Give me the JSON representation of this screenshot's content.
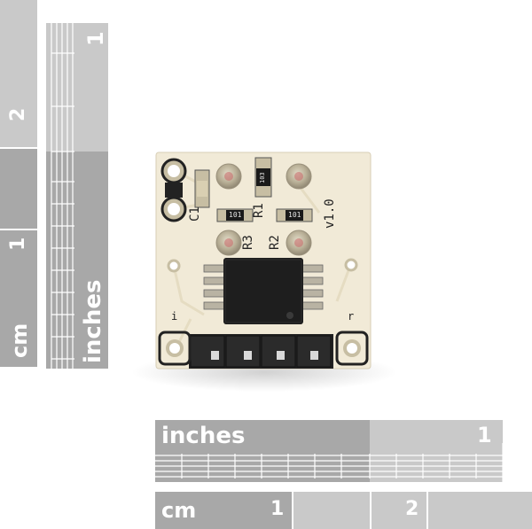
{
  "rulers": {
    "vertical_inches": {
      "unit": "inches",
      "mark_1": "1"
    },
    "vertical_cm": {
      "unit": "cm",
      "mark_1": "1",
      "mark_2": "2"
    },
    "horizontal_inches": {
      "unit": "inches",
      "mark_1": "1"
    },
    "horizontal_cm": {
      "unit": "cm",
      "mark_1": "1",
      "mark_2": "2"
    }
  },
  "board": {
    "version_label": "v1.0",
    "designators": {
      "c1": "C1",
      "r1": "R1",
      "r2": "R2",
      "r3": "R3"
    },
    "resistor_codes": {
      "r1": "103",
      "r2": "101",
      "r3": "101"
    },
    "pin_marks": {
      "left": "i",
      "right": "r"
    }
  },
  "colors": {
    "ruler_dark": "#a8a8a8",
    "ruler_light": "#c9c9c9",
    "pcb": "#f1ead7",
    "chip": "#1e1e1e",
    "header": "#222222",
    "pad_copper": "#c7bea3"
  }
}
